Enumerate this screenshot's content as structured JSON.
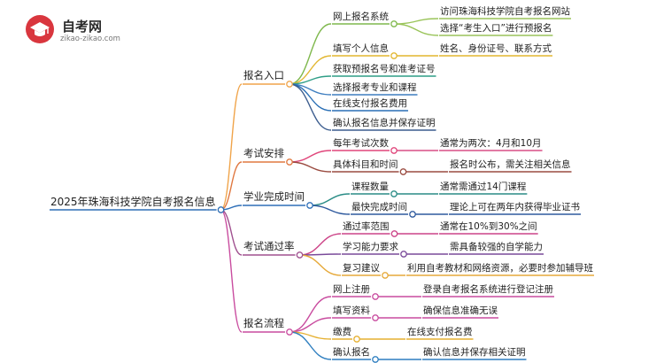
{
  "logo": {
    "title": "自考网",
    "url": "zikao-zikao.com",
    "colors": {
      "mark": "#d9363e",
      "cap": "#ffffff"
    }
  },
  "mindmap": {
    "root": "2025年珠海科技学院自考报名信息",
    "branches": [
      {
        "label": "报名入口",
        "color": "#f0a44a",
        "children": [
          {
            "label": "网上报名系统",
            "color": "#7fb84d",
            "children": [
              {
                "label": "访问珠海科技学院自考报名网站",
                "color": "#9ac45a"
              },
              {
                "label": "选择“考生入口”进行预报名",
                "color": "#9ac45a"
              }
            ]
          },
          {
            "label": "填写个人信息",
            "color": "#e2b62f",
            "children": [
              {
                "label": "姓名、身份证号、联系方式",
                "color": "#e2b62f"
              }
            ]
          },
          {
            "label": "获取预报名号和准考证号",
            "color": "#2f9e86",
            "children": []
          },
          {
            "label": "选择报考专业和课程",
            "color": "#3d7dbf",
            "children": []
          },
          {
            "label": "在线支付报名费用",
            "color": "#2a6fb5",
            "children": []
          },
          {
            "label": "确认报名信息并保存证明",
            "color": "#3b5c8e",
            "children": []
          }
        ]
      },
      {
        "label": "考试安排",
        "color": "#e07840",
        "children": [
          {
            "label": "每年考试次数",
            "color": "#e0457a",
            "children": [
              {
                "label": "通常为两次：4月和10月",
                "color": "#d94f86"
              }
            ]
          },
          {
            "label": "具体科目和时间",
            "color": "#9a4b40",
            "children": [
              {
                "label": "报名时公布，需关注相关信息",
                "color": "#9a4b40"
              }
            ]
          }
        ]
      },
      {
        "label": "学业完成时间",
        "color": "#2e6fb8",
        "children": [
          {
            "label": "课程数量",
            "color": "#2a8c86",
            "children": [
              {
                "label": "通常需通过14门课程",
                "color": "#2a8c86"
              }
            ]
          },
          {
            "label": "最快完成时间",
            "color": "#2f5a9e",
            "children": [
              {
                "label": "理论上可在两年内获得毕业证书",
                "color": "#2f5a9e"
              }
            ]
          }
        ]
      },
      {
        "label": "考试通过率",
        "color": "#a0508f",
        "children": [
          {
            "label": "通过率范围",
            "color": "#cc4488",
            "children": [
              {
                "label": "通常在10%到30%之间",
                "color": "#cc4488"
              }
            ]
          },
          {
            "label": "学习能力要求",
            "color": "#7a4a9a",
            "children": [
              {
                "label": "需具备较强的自学能力",
                "color": "#7a4a9a"
              }
            ]
          },
          {
            "label": "复习建议",
            "color": "#e6a93a",
            "children": [
              {
                "label": "利用自考教材和网络资源，必要时参加辅导班",
                "color": "#e6a93a"
              }
            ]
          }
        ]
      },
      {
        "label": "报名流程",
        "color": "#c94c9f",
        "children": [
          {
            "label": "网上注册",
            "color": "#c94c9f",
            "children": [
              {
                "label": "登录自考报名系统进行登记注册",
                "color": "#c94c9f"
              }
            ]
          },
          {
            "label": "填写资料",
            "color": "#c94c9f",
            "children": [
              {
                "label": "确保信息准确无误",
                "color": "#c94c9f"
              }
            ]
          },
          {
            "label": "缴费",
            "color": "#e6b030",
            "children": [
              {
                "label": "在线支付报名费",
                "color": "#e6b030"
              }
            ]
          },
          {
            "label": "确认报名",
            "color": "#2f7fc0",
            "children": [
              {
                "label": "确认信息并保存相关证明",
                "color": "#2f7fc0"
              }
            ]
          }
        ]
      }
    ]
  }
}
